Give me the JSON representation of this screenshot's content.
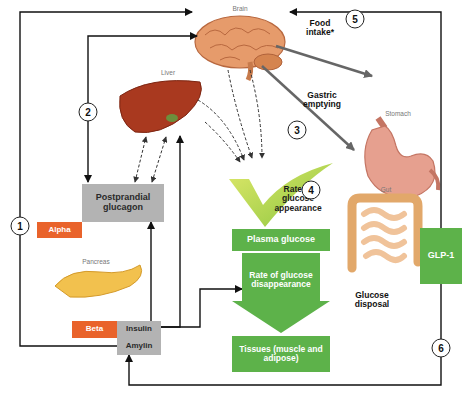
{
  "diagram": {
    "nodes": [
      {
        "text": [
          "Postprandial glucagon"
        ]
      },
      {
        "text": [
          "Alpha"
        ]
      },
      {
        "text": [
          "Rate of glucose appearance"
        ]
      },
      {
        "text": [
          "Plasma glucose"
        ]
      },
      {
        "text": [
          "Beta"
        ]
      },
      {
        "text": [
          "Insulin"
        ]
      },
      {
        "text": [
          "Amylin"
        ]
      },
      {
        "text": [
          "Rate of glucose disappearance"
        ]
      },
      {
        "text": [
          "Tissues (muscle and adipose)"
        ]
      },
      {
        "text": [
          "GLP-1"
        ]
      }
    ],
    "edges": [
      {
        "from": 5,
        "to": 0,
        "arrow": "to"
      },
      {
        "from": 5,
        "to": 7,
        "arrow": "to"
      },
      {
        "from": 9,
        "to": 6,
        "arrow": "to"
      }
    ],
    "labels": [
      "Brain",
      "Food intake*",
      "5",
      "Liver",
      "2",
      "Stomach",
      "3",
      "Gastric emptying",
      "Gut",
      "4",
      "1",
      "Pancreas",
      "Glucose disposal",
      "6"
    ]
  }
}
